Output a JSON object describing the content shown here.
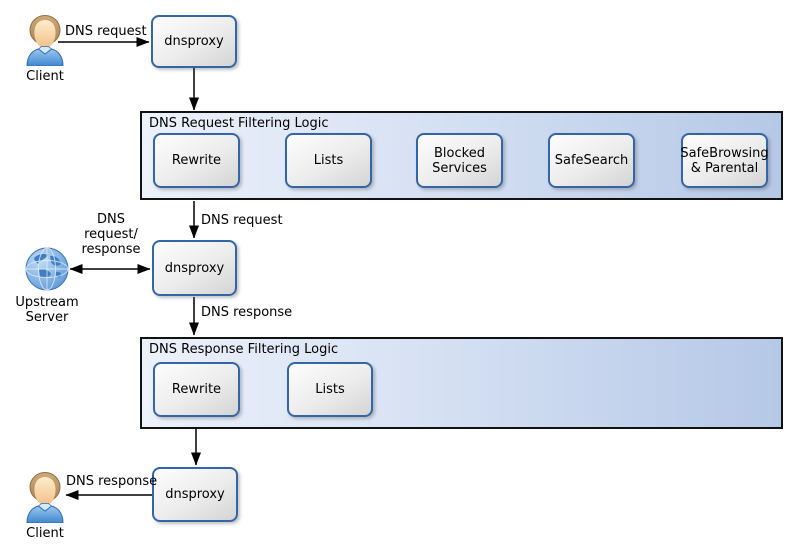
{
  "colors": {
    "node_border": "#3465a4",
    "node_fill_top": "#fdfdfd",
    "node_fill_bottom": "#d4d4d4",
    "container_fill_left": "#ecf1fa",
    "container_fill_right": "#b5c8e7",
    "container_border": "#121212",
    "arrow": "#000000"
  },
  "icons": {
    "client": "person-icon",
    "upstream_server": "globe-icon"
  },
  "actors": {
    "client_top": {
      "label": "Client"
    },
    "client_bottom": {
      "label": "Client"
    },
    "upstream_server": {
      "label": "Upstream Server"
    }
  },
  "nodes": {
    "dnsproxy_top": {
      "label": "dnsproxy"
    },
    "dnsproxy_mid": {
      "label": "dnsproxy"
    },
    "dnsproxy_bottom": {
      "label": "dnsproxy"
    }
  },
  "containers": {
    "request_filter": {
      "title": "DNS Request Filtering Logic",
      "steps": [
        "Rewrite",
        "Lists",
        "Blocked Services",
        "SafeSearch",
        "SafeBrowsing & Parental"
      ]
    },
    "response_filter": {
      "title": "DNS Response Filtering Logic",
      "steps": [
        "Rewrite",
        "Lists"
      ]
    }
  },
  "edge_labels": {
    "client_to_proxy": "DNS request",
    "filter_to_proxy": "DNS request",
    "upstream_link": "DNS request/ response",
    "proxy_to_filter": "DNS response",
    "proxy_to_client": "DNS response"
  }
}
